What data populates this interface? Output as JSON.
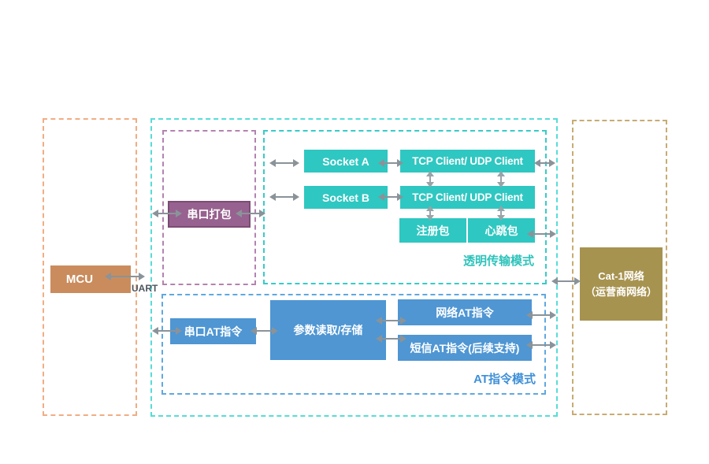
{
  "colors": {
    "mcu_fill": "#CA8C5D",
    "serial_pack_fill": "#97628F",
    "serial_pack_border": "#7B4C74",
    "teal_fill": "#2FC7C1",
    "blue_fill": "#4F96D3",
    "cat1_fill": "#A79350",
    "arrow_gray": "#8A9399",
    "transparent_mode_label_color": "#2DC3BB",
    "at_mode_label_color": "#3E90D8",
    "host_region_dash": "#F0AD84",
    "module_region_dash": "#57DCD8",
    "pack_region_dash": "#B383AF",
    "transparent_region_dash": "#38CBC8",
    "at_region_dash": "#60A8DF",
    "network_region_dash": "#C7AC73"
  },
  "nodes": {
    "mcu": "MCU",
    "uart": "UART",
    "serial_pack": "串口打包",
    "socket_a": "Socket A",
    "socket_b": "Socket B",
    "tcp_client_row1": "TCP Client/ UDP Client",
    "tcp_client_row2": "TCP Client/ UDP Client",
    "register_packet": "注册包",
    "heartbeat_packet": "心跳包",
    "transparent_mode_label": "透明传输模式",
    "serial_at": "串口AT指令",
    "param_storage": "参数读取/存储",
    "network_at": "网络AT指令",
    "sms_at": "短信AT指令(后续支持)",
    "at_mode_label": "AT指令模式",
    "cat1_line1": "Cat-1网络",
    "cat1_line2": "（运营商网络）"
  }
}
